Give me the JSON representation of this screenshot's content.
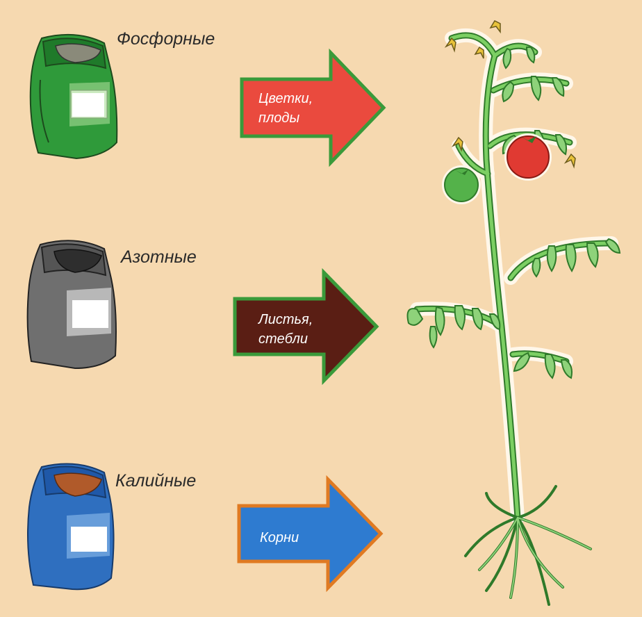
{
  "fertilizers": [
    {
      "label": "Фосфорные",
      "color": "#2f9a3a"
    },
    {
      "label": "Азотные",
      "color": "#6f6f6f"
    },
    {
      "label": "Калийные",
      "color": "#2f6fbf"
    }
  ],
  "arrows": [
    {
      "line1": "Цветки,",
      "line2": "плоды",
      "fill": "#ea4a3e",
      "border": "#3a9a3a"
    },
    {
      "line1": "Листья,",
      "line2": "стебли",
      "fill": "#5a1e14",
      "border": "#3a9a3a"
    },
    {
      "line1": "Корни",
      "line2": "",
      "fill": "#2e7bd0",
      "border": "#e07a22"
    }
  ],
  "plant": {
    "stem_color": "#7ccf63",
    "outline_color": "#2f7a2a",
    "ripe_fruit_color": "#e03a32",
    "unripe_fruit_color": "#54b24a"
  }
}
